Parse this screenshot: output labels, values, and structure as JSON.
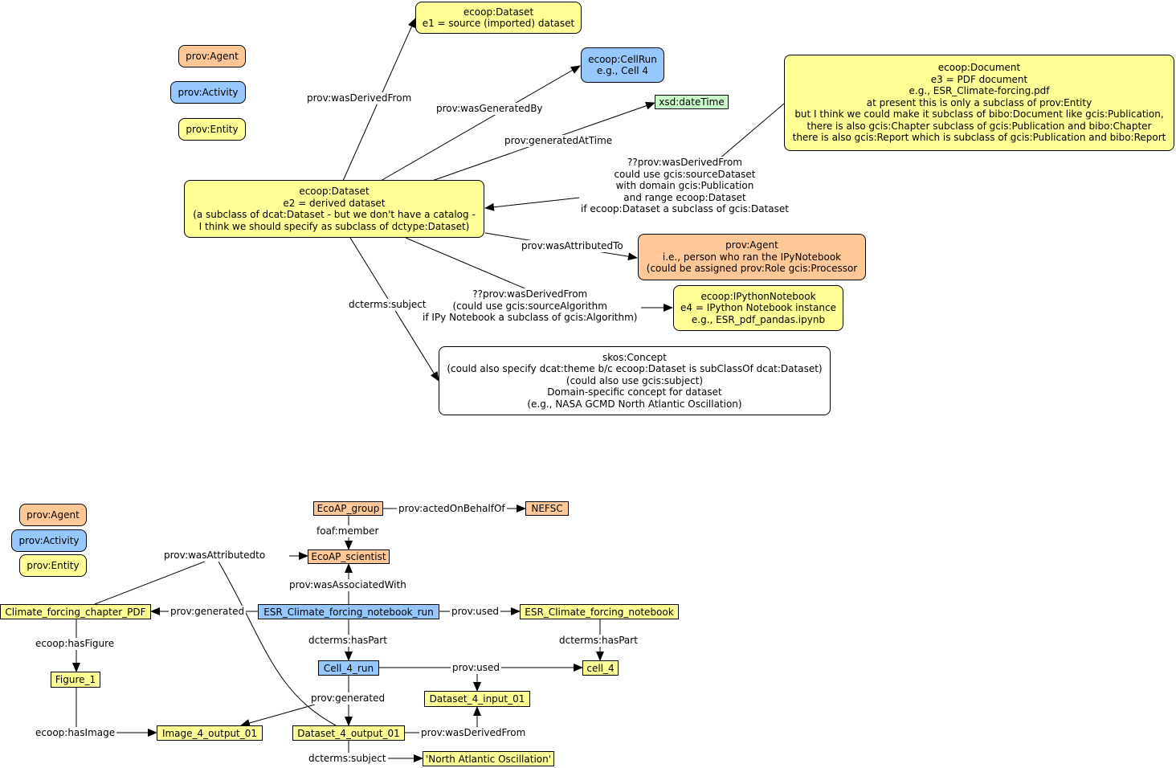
{
  "colors": {
    "agent": "#ffc896",
    "activity": "#96c8ff",
    "entity": "#ffff96",
    "literal": "#c8ffc8"
  },
  "top": {
    "legend": {
      "agent": "prov:Agent",
      "activity": "prov:Activity",
      "entity": "prov:Entity"
    },
    "nodes": {
      "e1": "ecoop:Dataset\ne1 = source (imported) dataset",
      "cellrun": "ecoop:CellRun\ne.g., Cell 4",
      "datetime": "xsd:dateTime",
      "document": "ecoop:Document\ne3 = PDF document\ne.g., ESR_Climate-forcing.pdf\nat present this is only a subclass of prov:Entity\nbut I think we could make it subclass of bibo:Document like gcis:Publication,\nthere is also gcis:Chapter subclass of gcis:Publication and bibo:Chapter\nthere is also gcis:Report which is subclass of gcis:Publication and bibo:Report",
      "e2": "ecoop:Dataset\ne2 = derived dataset\n(a subclass of dcat:Dataset - but we don't have a catalog -\nI think we should specify as subclass of dctype:Dataset)",
      "agent": "prov:Agent\ni.e., person who ran the IPyNotebook\n(could be assigned prov:Role gcis:Processor",
      "notebook": "ecoop:IPythonNotebook\ne4 = IPython Notebook instance\ne.g., ESR_pdf_pandas.ipynb",
      "concept": "skos:Concept\n(could also specify dcat:theme b/c ecoop:Dataset is subClassOf dcat:Dataset)\n(could also use gcis:subject)\nDomain-specific concept for dataset\n(e.g., NASA GCMD North Atlantic Oscillation)"
    },
    "edges": {
      "was_derived_from": "prov:wasDerivedFrom",
      "was_generated_by": "prov:wasGeneratedBy",
      "generated_at_time": "prov:generatedAtTime",
      "derived_from_document": "??prov:wasDerivedFrom\ncould use gcis:sourceDataset\nwith domain gcis:Publication\nand range ecoop:Dataset\nif ecoop:Dataset a subclass of gcis:Dataset",
      "was_attributed_to": "prov:wasAttributedTo",
      "derived_from_notebook": "??prov:wasDerivedFrom\n(could use gcis:sourceAlgorithm\nif IPy Notebook a subclass of gcis:Algorithm)",
      "subject": "dcterms:subject"
    }
  },
  "bottom": {
    "legend": {
      "agent": "prov:Agent",
      "activity": "prov:Activity",
      "entity": "prov:Entity"
    },
    "nodes": {
      "ecoap_group": "EcoAP_group",
      "nefsc": "NEFSC",
      "ecoap_scientist": "EcoAP_scientist",
      "climate_pdf": "Climate_forcing_chapter_PDF",
      "notebook_run": "ESR_Climate_forcing_notebook_run",
      "notebook": "ESR_Climate_forcing_notebook",
      "figure_1": "Figure_1",
      "cell_4_run": "Cell_4_run",
      "cell_4": "cell_4",
      "dataset_input": "Dataset_4_input_01",
      "image_output": "Image_4_output_01",
      "dataset_output": "Dataset_4_output_01",
      "nao": "'North Atlantic Oscillation'"
    },
    "edges": {
      "acted_on_behalf_of": "prov:actedOnBehalfOf",
      "foaf_member": "foaf:member",
      "was_attributed_to": "prov:wasAttributedto",
      "was_associated_with": "prov:wasAssociatedWith",
      "generated_pdf": "prov:generated",
      "used_notebook": "prov:used",
      "has_figure": "ecoop:hasFigure",
      "has_part_run": "dcterms:hasPart",
      "has_part_notebook": "dcterms:hasPart",
      "used_cell": "prov:used",
      "generated_outputs": "prov:generated",
      "has_image": "ecoop:hasImage",
      "was_derived_from": "prov:wasDerivedFrom",
      "subject": "dcterms:subject"
    }
  }
}
